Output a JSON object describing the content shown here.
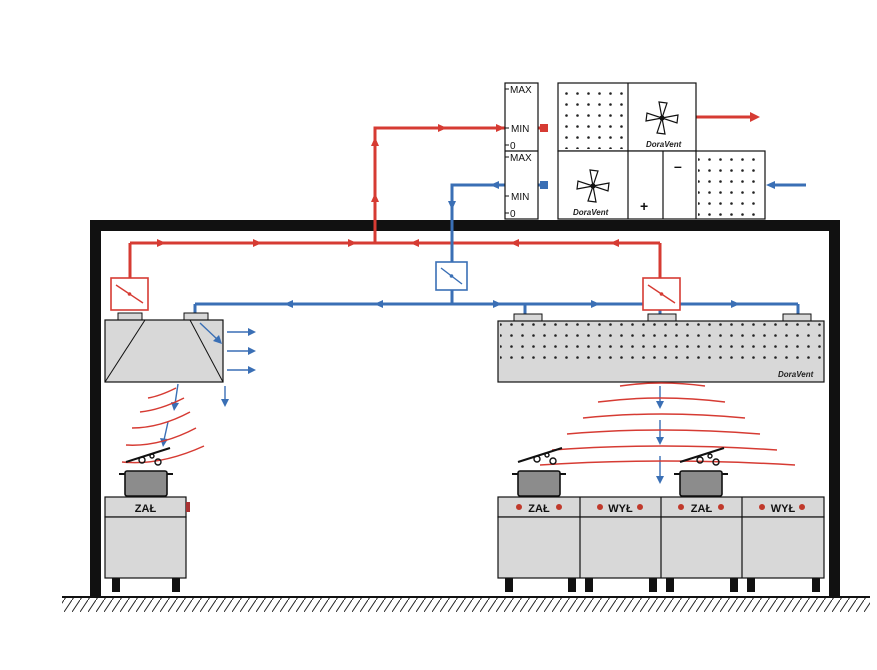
{
  "colors": {
    "supply": "#d63b33",
    "exhaust": "#3a6fb5",
    "structure": "#111111",
    "panel": "#d8d8d8",
    "pot": "#8c8c8c"
  },
  "labels": {
    "max": "MAX",
    "min": "MIN",
    "zero": "0",
    "plus": "+",
    "minus": "–"
  },
  "brand": "DoraVent",
  "stoves": {
    "left": [
      "ZAŁ"
    ],
    "right": [
      "ZAŁ",
      "WYŁ",
      "ZAŁ",
      "WYŁ"
    ]
  },
  "icons": {
    "fan": "fan-icon",
    "damper": "damper-icon",
    "pot": "cooking-pot-icon",
    "steam": "steam-icon",
    "heat_waves": "heat-wave-icon"
  }
}
